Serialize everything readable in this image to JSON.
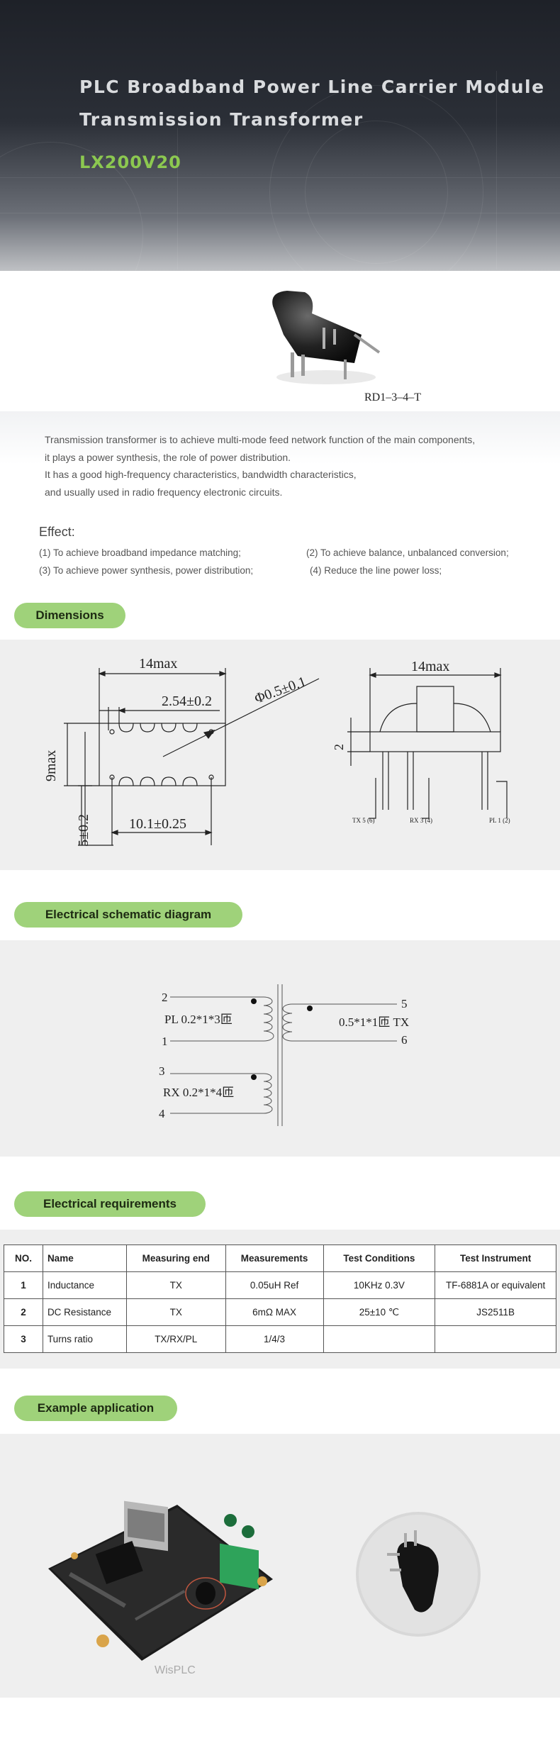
{
  "hero": {
    "title_line1": "PLC Broadband Power Line Carrier Module",
    "title_line2": "Transmission Transformer",
    "model": "LX200V20"
  },
  "product": {
    "caption": "RD1–3–4–T"
  },
  "description": {
    "lines": [
      "Transmission transformer is to achieve multi-mode feed network function of the main components,",
      "it plays a power synthesis, the role of power distribution.",
      "It has a good high-frequency characteristics, bandwidth characteristics,",
      "and usually used in radio frequency electronic circuits."
    ]
  },
  "effect": {
    "title": "Effect:",
    "items": [
      "(1) To achieve broadband impedance matching;",
      "(2) To achieve balance, unbalanced conversion;",
      "(3) To achieve power synthesis, power distribution;",
      "(4) Reduce the line power loss;"
    ]
  },
  "sections": {
    "dimensions": "Dimensions",
    "schematic": "Electrical schematic diagram",
    "requirements": "Electrical requirements",
    "example": "Example application"
  },
  "dimensions": {
    "top_width": "14max",
    "pitch": "2.54±0.2",
    "pin_dia": "Φ0.5±0.1",
    "height": "9max",
    "bottom_height": "5±0.2",
    "span": "10.1±0.25",
    "side_width": "14max",
    "side_h": "2",
    "pin_tx": "TX  5 (6)",
    "pin_rx": "RX 3 (4)",
    "pin_pl": "PL 1 (2)"
  },
  "schematic": {
    "pl_top": "2",
    "pl_label": "PL  0.2*1*3匝",
    "pl_bottom": "1",
    "rx_top": "3",
    "rx_label": "RX  0.2*1*4匝",
    "rx_bottom": "4",
    "tx_top": "5",
    "tx_label": "0.5*1*1匝  TX",
    "tx_bottom": "6"
  },
  "requirements": {
    "headers": [
      "NO.",
      "Name",
      "Measuring end",
      "Measurements",
      "Test Conditions",
      "Test Instrument"
    ],
    "rows": [
      [
        "1",
        "Inductance",
        "TX",
        "0.05uH Ref",
        "10KHz   0.3V",
        "TF-6881A or equivalent"
      ],
      [
        "2",
        "DC Resistance",
        "TX",
        "6mΩ MAX",
        "25±10 ℃",
        "JS2511B"
      ],
      [
        "3",
        "Turns ratio",
        "TX/RX/PL",
        "1/4/3",
        "",
        ""
      ]
    ]
  },
  "example": {
    "board_label": "WisPLC"
  },
  "colors": {
    "accent_green": "#8cc850",
    "pill_green": "#9fd27a",
    "hero_dark": "#1e2128"
  }
}
